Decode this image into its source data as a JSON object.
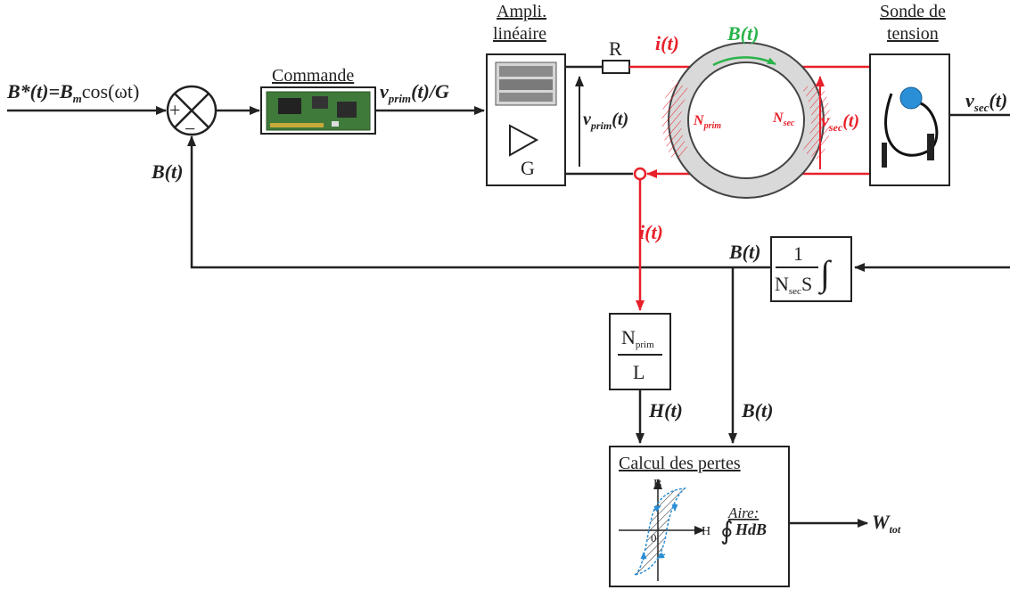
{
  "input_signal": {
    "text": "B*(t)=B",
    "sub": "m",
    "rest": "cos(ωt)"
  },
  "summer": {
    "plus": "+",
    "minus": "−"
  },
  "feedback_label": "B(t)",
  "commande": {
    "title": "Commande"
  },
  "vprim_g": {
    "v": "v",
    "sub": "prim",
    "rest": "(t)/G"
  },
  "ampli": {
    "title_line1": "Ampli.",
    "title_line2": "linéaire",
    "gain": "G"
  },
  "resistor_label": "R",
  "current_top": "i(t)",
  "current_down": "i(t)",
  "flux_label": "B(t)",
  "vprim_t": {
    "v": "v",
    "sub": "prim",
    "rest": "(t)"
  },
  "n_prim": {
    "n": "N",
    "sub": "prim"
  },
  "n_sec": {
    "n": "N",
    "sub": "sec"
  },
  "vsec_t": {
    "v": "v",
    "sub": "sec",
    "rest": "(t)"
  },
  "sonde": {
    "title_line1": "Sonde de",
    "title_line2": "tension"
  },
  "vsec_out": {
    "v": "v",
    "sub": "sec",
    "rest": "(t)"
  },
  "integrator": {
    "num": "1",
    "den_n": "N",
    "den_sub": "sec",
    "den_s": "S",
    "sign": "∫"
  },
  "b_at_integrator": "B(t)",
  "gain_block": {
    "num_n": "N",
    "num_sub": "prim",
    "den": "L"
  },
  "h_label": "H(t)",
  "b_label_down": "B(t)",
  "calcul": {
    "title": "Calcul des pertes",
    "axis_b": "B",
    "axis_h": "H",
    "origin": "0",
    "aire_label": "Aire:",
    "integral_sign": "∮",
    "integrand": "HdB"
  },
  "output": {
    "w": "W",
    "sub": "tot"
  },
  "colors": {
    "line": "#222222",
    "current": "#e8202a",
    "flux": "#2bb34a",
    "hatch_red": "#e8202a",
    "loop_blue": "#2a8fd6",
    "pcb_green": "#3f7a3a"
  }
}
